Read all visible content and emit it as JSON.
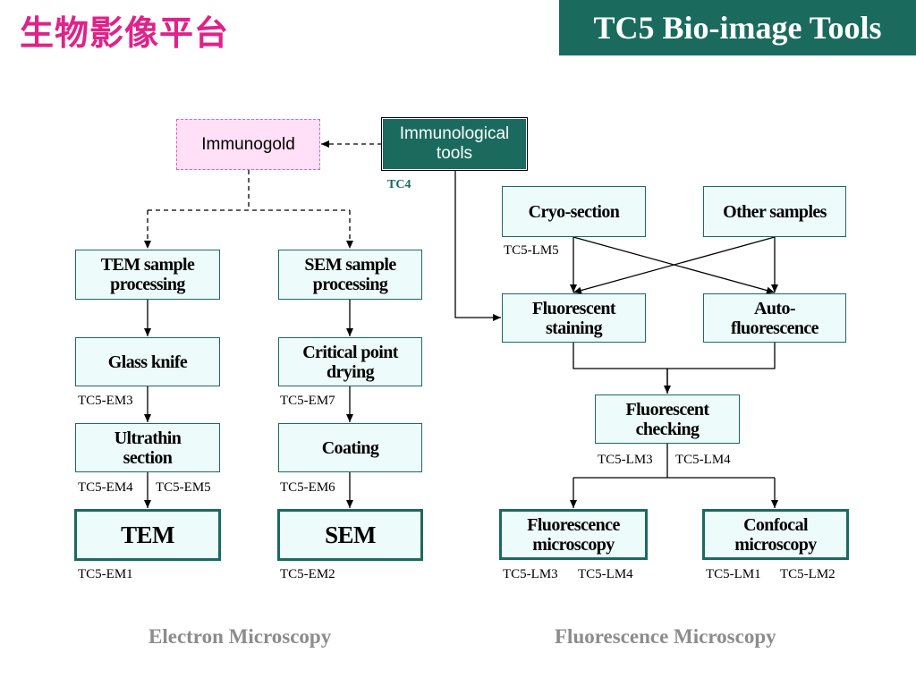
{
  "header": {
    "title_cn": "生物影像平台",
    "banner": "TC5 Bio-image Tools"
  },
  "nodes": {
    "immunogold": "Immunogold",
    "immunological_tools": "Immunological tools",
    "tem_sample": "TEM sample processing",
    "sem_sample": "SEM sample processing",
    "glass_knife": "Glass knife",
    "critical_point": "Critical point drying",
    "ultrathin": "Ultrathin section",
    "coating": "Coating",
    "tem": "TEM",
    "sem": "SEM",
    "cryo_section": "Cryo-section",
    "other_samples": "Other samples",
    "fluorescent_staining": "Fluorescent staining",
    "auto_fluorescence": "Auto- fluorescence",
    "fluorescent_checking": "Fluorescent checking",
    "fluorescence_microscopy": "Fluorescence microscopy",
    "confocal_microscopy": "Confocal microscopy"
  },
  "labels": {
    "tc4": "TC4",
    "em3": "TC5-EM3",
    "em7": "TC5-EM7",
    "em4": "TC5-EM4",
    "em5": "TC5-EM5",
    "em6": "TC5-EM6",
    "em1": "TC5-EM1",
    "em2": "TC5-EM2",
    "lm5": "TC5-LM5",
    "lm3_a": "TC5-LM3",
    "lm4_a": "TC5-LM4",
    "lm3_b": "TC5-LM3",
    "lm4_b": "TC5-LM4",
    "lm1": "TC5-LM1",
    "lm2": "TC5-LM2"
  },
  "footer": {
    "left": "Electron Microscopy",
    "right": "Fluorescence Microscopy"
  },
  "colors": {
    "accent": "#1a6b5e",
    "title_pink": "#e0228a",
    "box_fill": "#eefbfb",
    "pink_fill": "#ffe0f6",
    "footer_gray": "#8c8c8c"
  }
}
